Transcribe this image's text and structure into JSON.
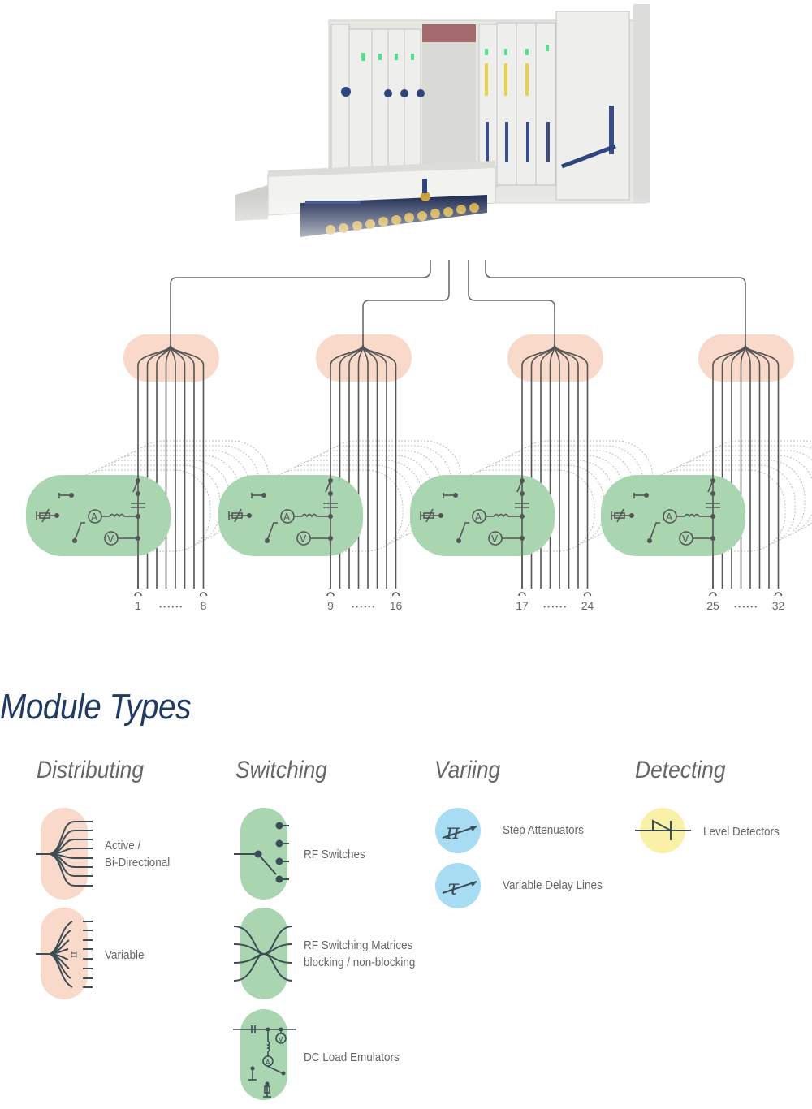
{
  "diagram": {
    "equipment_image": "rack-chassis-with-modules-photo",
    "groups": [
      {
        "range_start": "1",
        "range_end": "8",
        "dots": "• • • • • •"
      },
      {
        "range_start": "9",
        "range_end": "16",
        "dots": "• • • • • •"
      },
      {
        "range_start": "17",
        "range_end": "24",
        "dots": "• • • • • •"
      },
      {
        "range_start": "25",
        "range_end": "32",
        "dots": "• • • • • •"
      }
    ],
    "colors": {
      "distributing": "#f9d9ca",
      "switching": "#a9d5b1",
      "varying": "#a8dcf3",
      "detecting": "#faf1a8",
      "line": "#555555",
      "title": "#1f3a63",
      "text": "#666666"
    }
  },
  "module_types": {
    "title": "Module Types",
    "categories": [
      {
        "name": "Distributing",
        "items": [
          {
            "label_line1": "Active /",
            "label_line2": "Bi-Directional",
            "icon": "fan-out-splitter-icon"
          },
          {
            "label_line1": "Variable",
            "label_line2": "",
            "icon": "variable-splitter-icon"
          }
        ]
      },
      {
        "name": "Switching",
        "items": [
          {
            "label_line1": "RF Switches",
            "label_line2": "",
            "icon": "rf-switch-icon"
          },
          {
            "label_line1": "RF Switching Matrices",
            "label_line2": "blocking / non-blocking",
            "icon": "switching-matrix-icon"
          },
          {
            "label_line1": "DC Load Emulators",
            "label_line2": "",
            "icon": "dc-load-emulator-icon"
          }
        ]
      },
      {
        "name": "Variing",
        "items": [
          {
            "label_line1": "Step Attenuators",
            "label_line2": "",
            "icon": "step-attenuator-icon"
          },
          {
            "label_line1": "Variable Delay Lines",
            "label_line2": "",
            "icon": "delay-line-icon"
          }
        ]
      },
      {
        "name": "Detecting",
        "items": [
          {
            "label_line1": "Level Detectors",
            "label_line2": "",
            "icon": "level-detector-icon"
          }
        ]
      }
    ]
  }
}
